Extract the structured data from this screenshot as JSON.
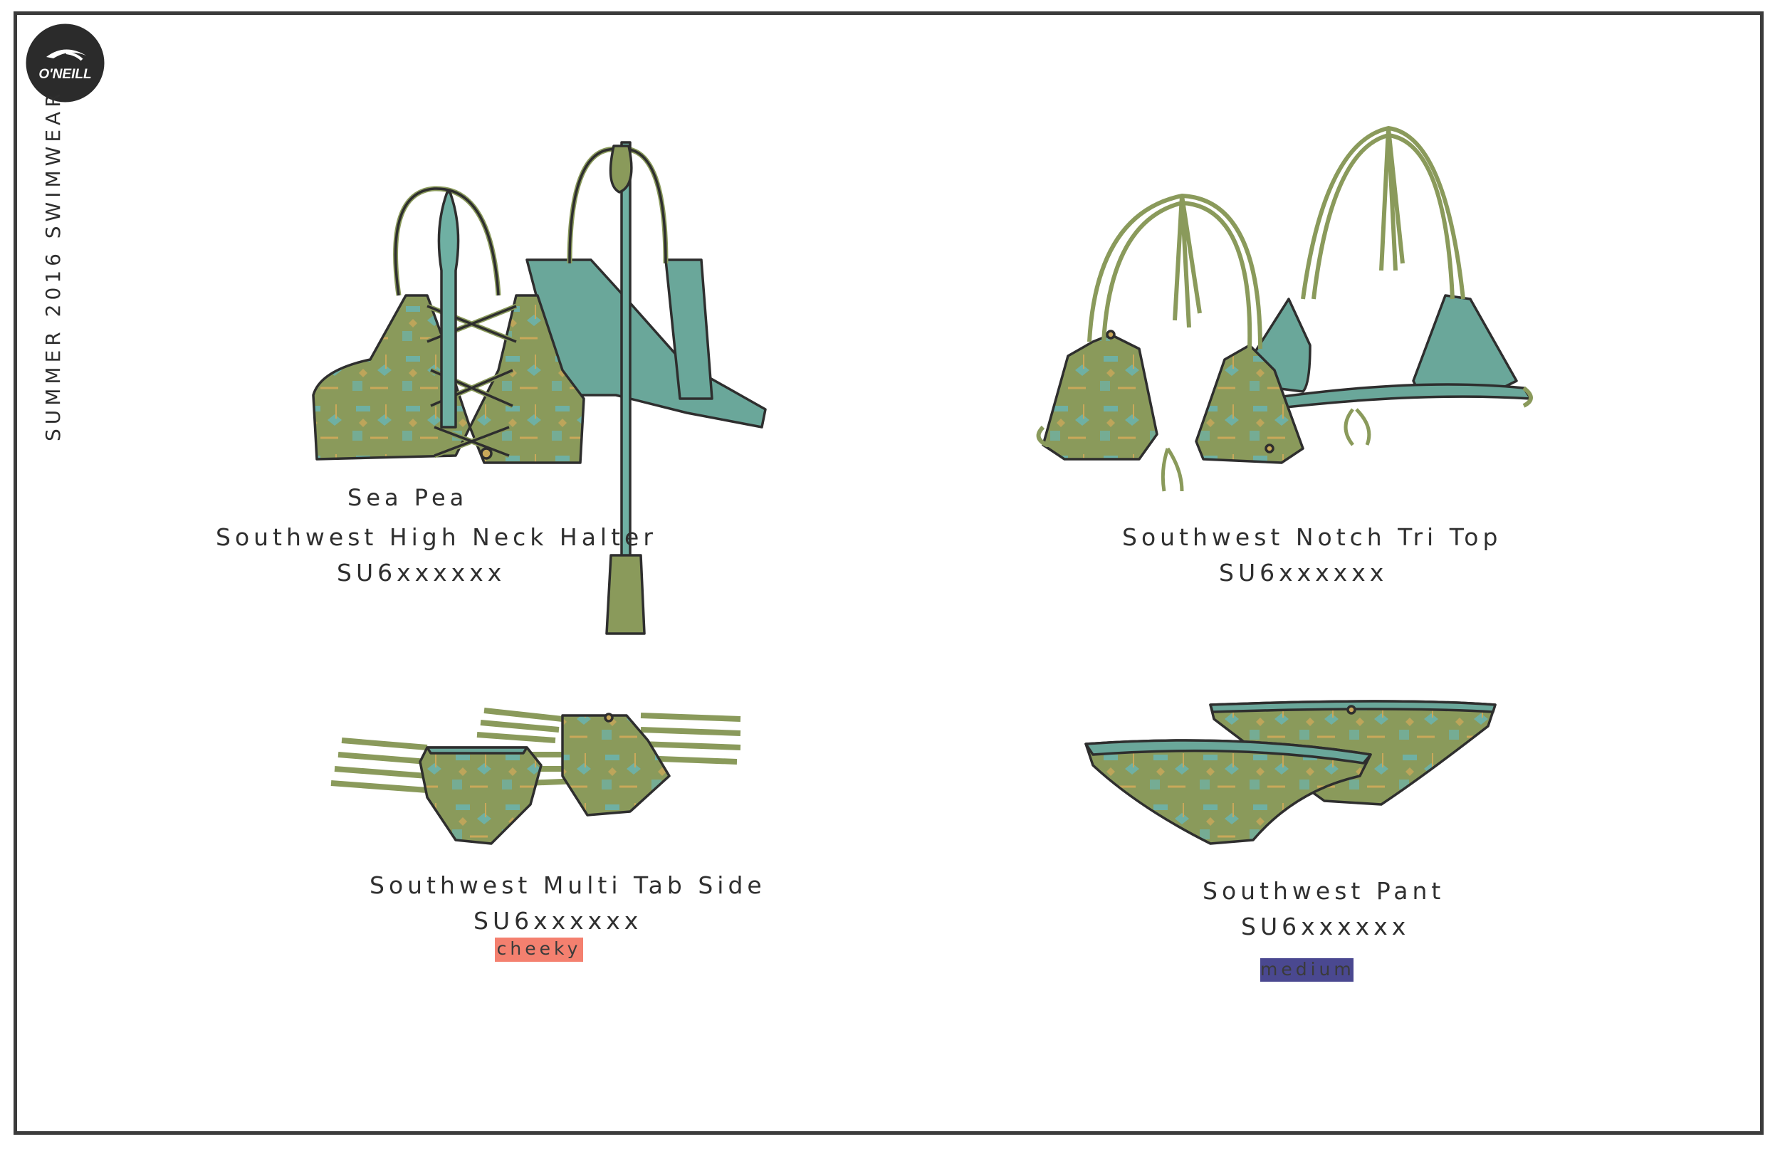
{
  "brand": {
    "name": "O'NEILL"
  },
  "season_title": "SUMMER 2016 SWIMWEAR",
  "colors": {
    "print_base": "#8a9a5b",
    "print_accent": "#6fb0a3",
    "print_gold": "#c9a85a",
    "lining": "#6aa79a",
    "outline": "#2e2e2e",
    "tag_cheeky": "#f4806f",
    "tag_medium": "#4a4890"
  },
  "products": [
    {
      "colorway": "Sea Pea",
      "name": "Southwest High Neck Halter",
      "sku": "SU6xxxxxx",
      "icon": "high-neck-halter-sketch"
    },
    {
      "name": "Southwest Notch Tri Top",
      "sku": "SU6xxxxxx",
      "icon": "tri-top-sketch"
    },
    {
      "name": "Southwest Multi Tab Side",
      "sku": "SU6xxxxxx",
      "tag": "cheeky",
      "icon": "multi-tab-bottom-sketch"
    },
    {
      "name": "Southwest Pant",
      "sku": "SU6xxxxxx",
      "tag": "medium",
      "icon": "pant-bottom-sketch"
    }
  ]
}
